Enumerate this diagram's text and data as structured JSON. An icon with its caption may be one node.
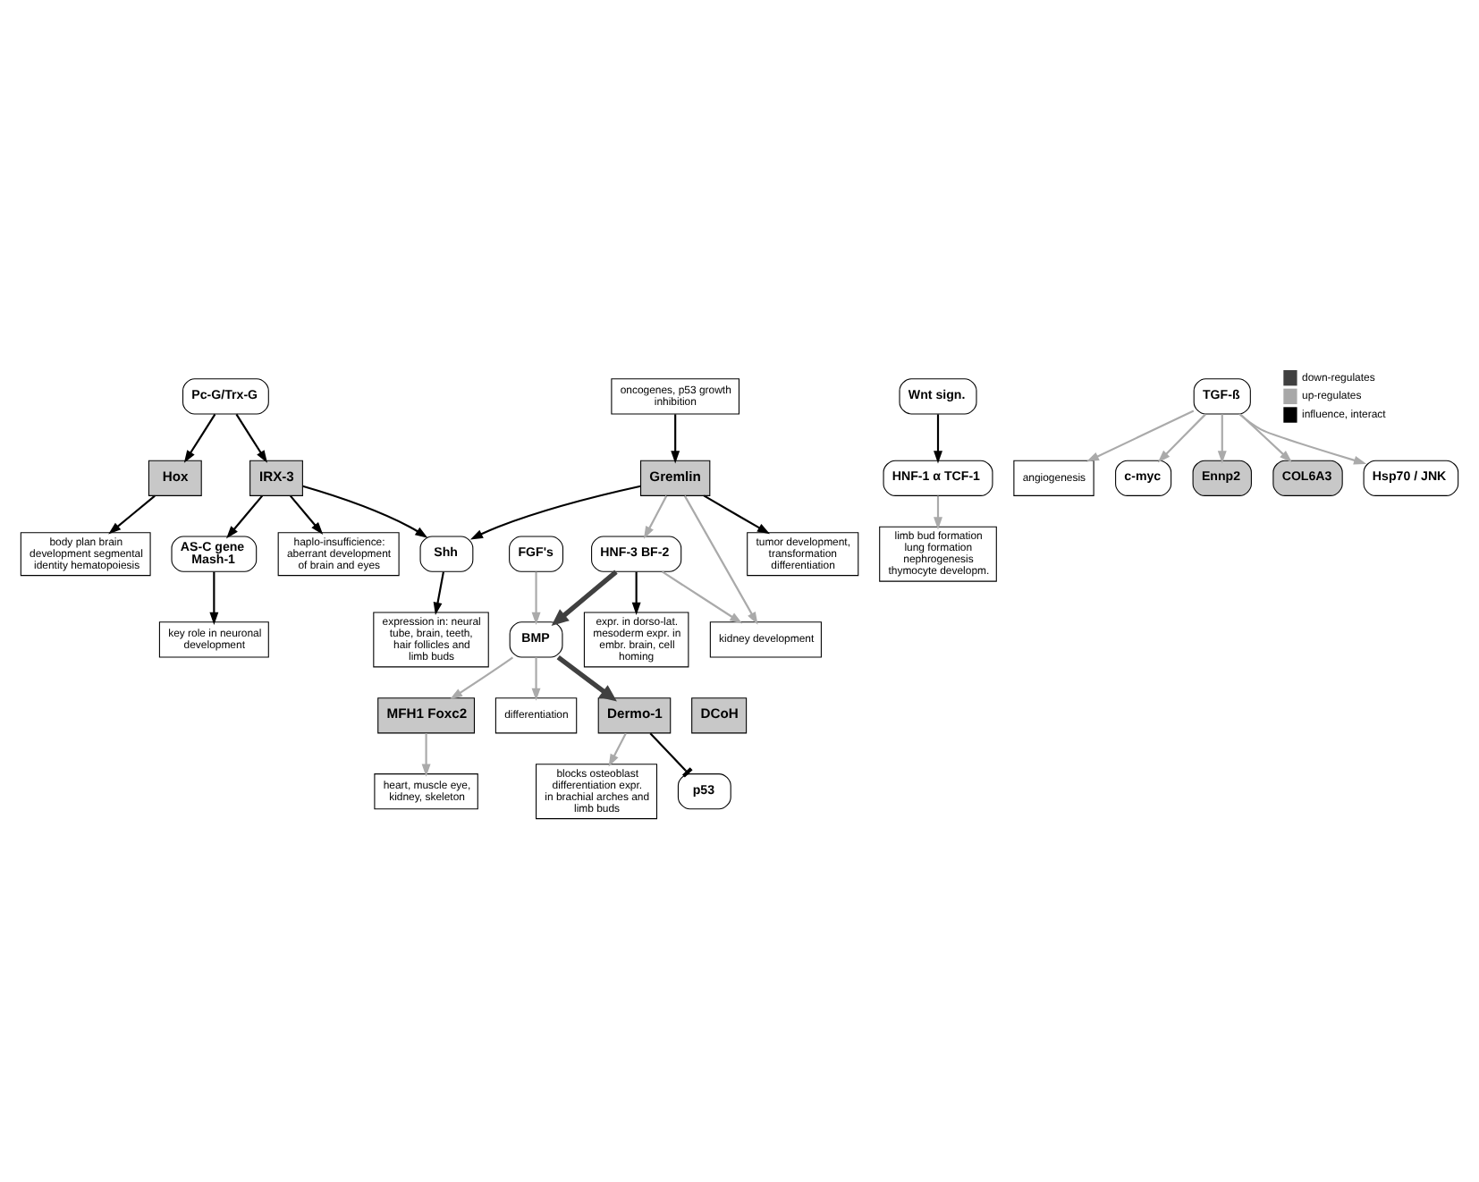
{
  "diagram": {
    "nodes": [
      {
        "text": [
          "kidney development"
        ]
      },
      {
        "text": [
          "tumor development, transformation differentiation"
        ]
      },
      {
        "text": [
          "heart, muscle eye, kidney, skeleton"
        ]
      },
      {
        "text": [
          "limb bud formation lung formation nephrogenesis thymocyte developm."
        ]
      },
      {
        "text": [
          "HNF-3 BF-2"
        ]
      },
      {
        "text": [
          "Gremlin"
        ]
      },
      {
        "text": [
          "oncogenes, p53 growth inhibition"
        ]
      },
      {
        "text": [
          "MFH1 Foxc2"
        ]
      },
      {
        "text": [
          "HNF-1 α TCF-1"
        ]
      },
      {
        "text": [
          "DCoH"
        ]
      },
      {
        "text": [
          "differentiation"
        ]
      },
      {
        "text": [
          "expr. in dorso-lat. mesoderm expr. in embr. brain, cell homing"
        ]
      },
      {
        "text": [
          "Wnt sign."
        ]
      },
      {
        "text": [
          "angiogenesis"
        ]
      },
      {
        "text": [
          "Shh"
        ]
      },
      {
        "text": [
          "BMP"
        ]
      },
      {
        "text": [
          "TGF-ß"
        ]
      },
      {
        "text": [
          "c-myc"
        ]
      },
      {
        "text": [
          "Ennp2"
        ]
      },
      {
        "text": [
          "haplo-insufficience: aberrant development of brain and eyes"
        ]
      },
      {
        "text": [
          "COL6A3"
        ]
      },
      {
        "text": [
          "p53"
        ]
      },
      {
        "text": [
          "Hsp70 / JNK"
        ]
      },
      {
        "text": [
          "FGF's"
        ]
      },
      {
        "text": [
          "AS-C gene Mash-1"
        ]
      },
      {
        "text": [
          "IRX-3"
        ]
      },
      {
        "text": [
          "Dermo-1"
        ]
      },
      {
        "text": [
          "blocks osteoblast differentiation expr. in brachial arches and limb buds"
        ]
      },
      {
        "text": [
          "expression in: neural tube, brain, teeth, hair follicles and limb buds"
        ]
      },
      {
        "text": [
          "key role in neuronal development"
        ]
      },
      {
        "text": [
          "Pc-G/Trx-G"
        ]
      },
      {
        "text": [
          "Hox"
        ]
      },
      {
        "text": [
          "body plan brain development segmental identity hematopoiesis"
        ]
      }
    ],
    "edges": [
      {
        "from": 4,
        "to": 0,
        "arrow": "to",
        "color": "#aaaaaa"
      },
      {
        "from": 5,
        "to": 0,
        "arrow": "to",
        "color": "#aaaaaa"
      },
      {
        "from": 5,
        "to": 1,
        "arrow": "to",
        "color": "#000000"
      },
      {
        "from": 5,
        "to": 4,
        "arrow": "to",
        "color": "#aaaaaa"
      },
      {
        "from": 6,
        "to": 5,
        "arrow": "to",
        "color": "#000000"
      },
      {
        "from": 4,
        "to": 11,
        "arrow": "to",
        "color": "#000000"
      },
      {
        "from": 4,
        "to": 15,
        "arrow": "to",
        "style": "thick",
        "color": "#404040"
      },
      {
        "from": 5,
        "to": 14,
        "arrow": "to",
        "color": "#000000"
      },
      {
        "from": 15,
        "to": 10,
        "arrow": "to",
        "color": "#aaaaaa"
      },
      {
        "from": 15,
        "to": 7,
        "arrow": "to",
        "color": "#aaaaaa"
      },
      {
        "from": 7,
        "to": 2,
        "arrow": "to",
        "color": "#aaaaaa"
      },
      {
        "from": 8,
        "to": 3,
        "arrow": "to",
        "color": "#aaaaaa"
      },
      {
        "from": 12,
        "to": 8,
        "arrow": "to",
        "color": "#000000"
      },
      {
        "from": 16,
        "to": 13,
        "arrow": "to",
        "color": "#aaaaaa"
      },
      {
        "from": 16,
        "to": 17,
        "arrow": "to",
        "color": "#aaaaaa"
      },
      {
        "from": 16,
        "to": 18,
        "arrow": "to",
        "color": "#aaaaaa"
      },
      {
        "from": 16,
        "to": 20,
        "arrow": "to",
        "color": "#aaaaaa"
      },
      {
        "from": 16,
        "to": 22,
        "arrow": "to",
        "color": "#aaaaaa"
      },
      {
        "from": 23,
        "to": 15,
        "arrow": "to",
        "color": "#aaaaaa"
      },
      {
        "from": 15,
        "to": 26,
        "arrow": "to",
        "style": "thick",
        "color": "#404040"
      },
      {
        "from": 26,
        "to": 21,
        "arrow": "other",
        "color": "#000000"
      },
      {
        "from": 26,
        "to": 27,
        "arrow": "to",
        "color": "#aaaaaa"
      },
      {
        "from": 14,
        "to": 28,
        "arrow": "to",
        "color": "#000000"
      },
      {
        "from": 25,
        "to": 14,
        "arrow": "to",
        "color": "#000000"
      },
      {
        "from": 25,
        "to": 19,
        "arrow": "to",
        "color": "#000000"
      },
      {
        "from": 25,
        "to": 24,
        "arrow": "to",
        "color": "#000000"
      },
      {
        "from": 24,
        "to": 29,
        "arrow": "to",
        "color": "#000000"
      },
      {
        "from": 30,
        "to": 25,
        "arrow": "to",
        "color": "#000000"
      },
      {
        "from": 30,
        "to": 31,
        "arrow": "to",
        "color": "#000000"
      },
      {
        "from": 31,
        "to": 32,
        "arrow": "to",
        "color": "#000000"
      }
    ],
    "legend": [
      {
        "text": "down-regulates",
        "color": "#404040"
      },
      {
        "text": "up-regulates",
        "color": "#a8a8a8"
      },
      {
        "text": "influence, interact",
        "color": "#000000"
      }
    ]
  }
}
